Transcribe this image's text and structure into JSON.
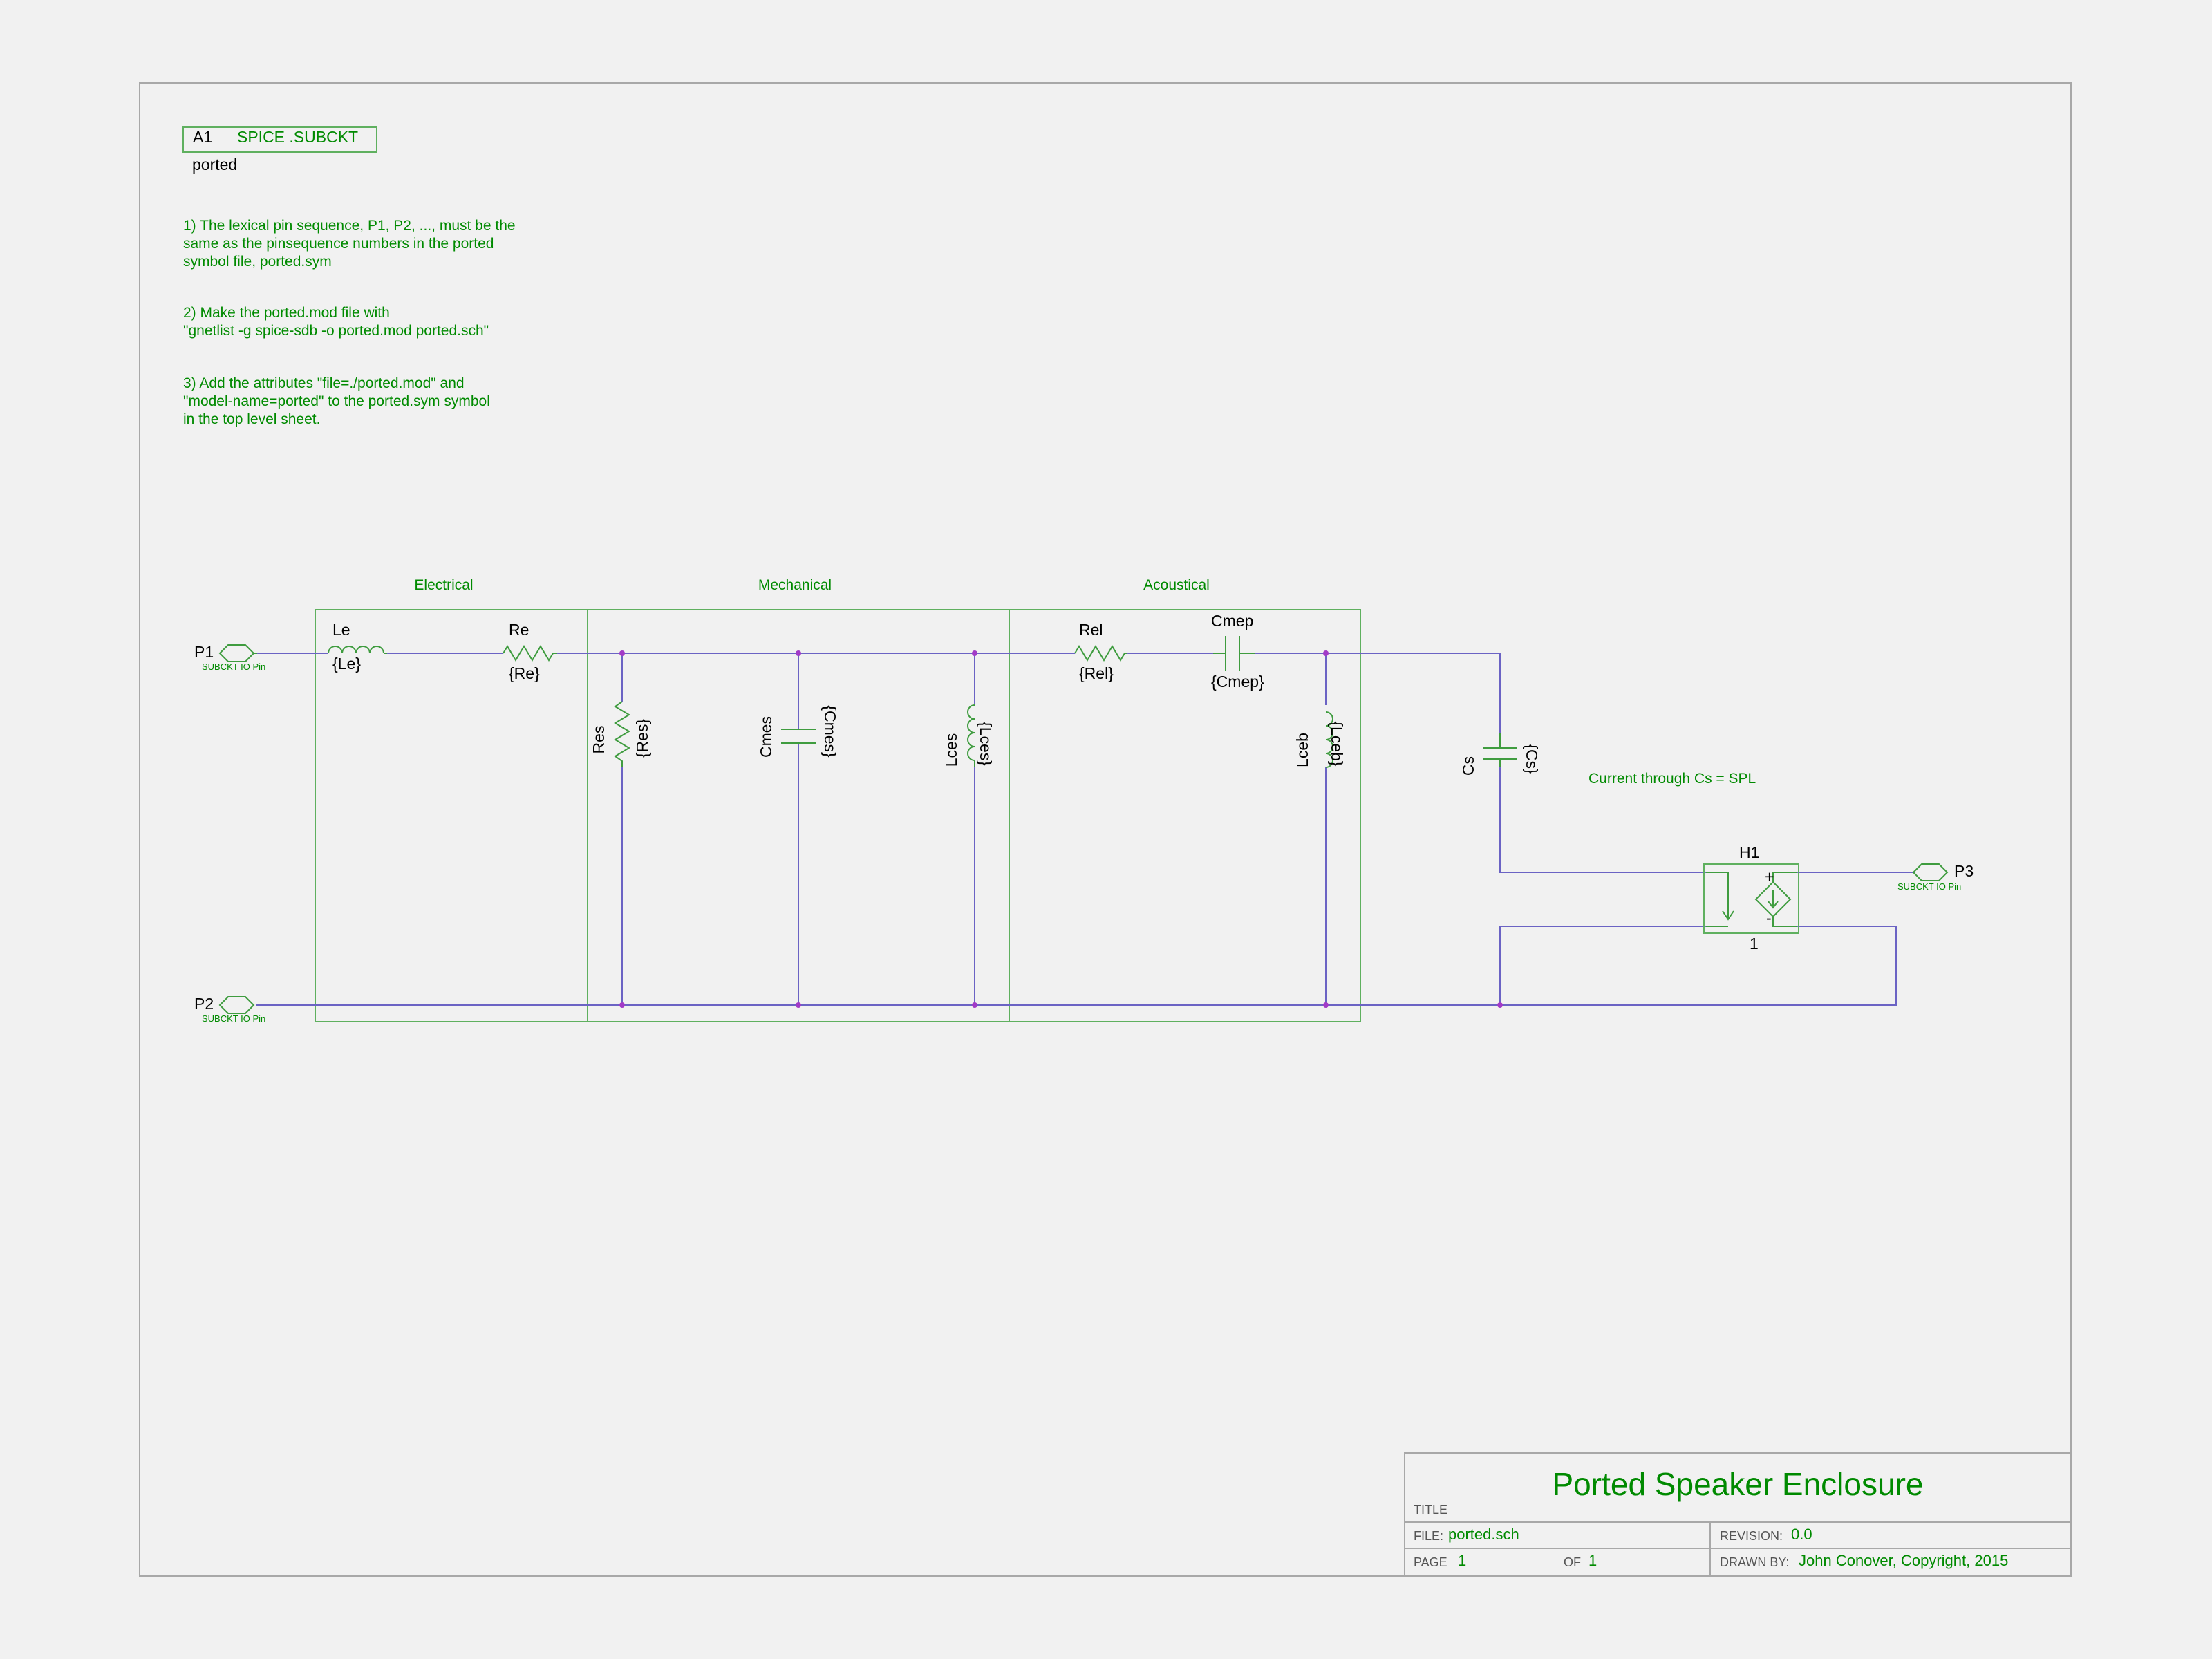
{
  "subckt": {
    "refdes": "A1",
    "type": "SPICE .SUBCKT",
    "model": "ported"
  },
  "notes": {
    "n1": [
      "1) The lexical pin sequence, P1, P2, ..., must be the",
      "same as the pinsequence numbers in the ported",
      "symbol file, ported.sym"
    ],
    "n2": [
      "2) Make the ported.mod file with",
      "\"gnetlist -g spice-sdb  -o ported.mod ported.sch\""
    ],
    "n3": [
      "3) Add the attributes \"file=./ported.mod\" and",
      "\"model-name=ported\" to the ported.sym symbol",
      "in the top level sheet."
    ]
  },
  "sections": {
    "electrical": "Electrical",
    "mechanical": "Mechanical",
    "acoustical": "Acoustical"
  },
  "pins": {
    "p1": "P1",
    "p2": "P2",
    "p3": "P3",
    "pin_type": "SUBCKT IO Pin"
  },
  "components": {
    "le": {
      "ref": "Le",
      "value": "{Le}"
    },
    "re": {
      "ref": "Re",
      "value": "{Re}"
    },
    "res": {
      "ref": "Res",
      "value": "{Res}"
    },
    "cmes": {
      "ref": "Cmes",
      "value": "{Cmes}"
    },
    "lces": {
      "ref": "Lces",
      "value": "{Lces}"
    },
    "rel": {
      "ref": "Rel",
      "value": "{Rel}"
    },
    "cmep": {
      "ref": "Cmep",
      "value": "{Cmep}"
    },
    "lceb": {
      "ref": "Lceb",
      "value": "{Lceb}"
    },
    "cs": {
      "ref": "Cs",
      "value": "{Cs}"
    },
    "h1": {
      "ref": "H1",
      "value": "1",
      "plus": "+",
      "minus": "-"
    }
  },
  "annotation": "Current through Cs = SPL",
  "title_block": {
    "title_label": "TITLE",
    "title": "Ported Speaker Enclosure",
    "file_label": "FILE:",
    "file": "ported.sch",
    "revision_label": "REVISION:",
    "revision": "0.0",
    "page_label": "PAGE",
    "page": "1",
    "of_label": "OF",
    "of": "1",
    "drawn_label": "DRAWN BY:",
    "drawn_by": "John Conover, Copyright, 2015"
  }
}
